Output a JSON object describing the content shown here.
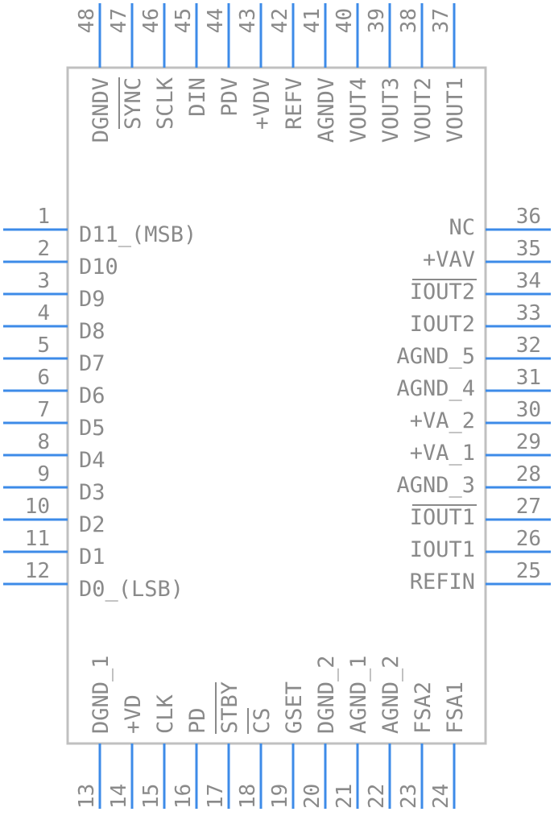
{
  "colors": {
    "pin": "#3d8be8",
    "body": "#c0c0c0",
    "text": "#8a8a8a"
  },
  "pins_left": [
    {
      "num": "1",
      "label": "D11_(MSB)"
    },
    {
      "num": "2",
      "label": "D10"
    },
    {
      "num": "3",
      "label": "D9"
    },
    {
      "num": "4",
      "label": "D8"
    },
    {
      "num": "5",
      "label": "D7"
    },
    {
      "num": "6",
      "label": "D6"
    },
    {
      "num": "7",
      "label": "D5"
    },
    {
      "num": "8",
      "label": "D4"
    },
    {
      "num": "9",
      "label": "D3"
    },
    {
      "num": "10",
      "label": "D2"
    },
    {
      "num": "11",
      "label": "D1"
    },
    {
      "num": "12",
      "label": "D0_(LSB)"
    }
  ],
  "pins_bottom": [
    {
      "num": "13",
      "label": "DGND_1",
      "overbar": false
    },
    {
      "num": "14",
      "label": "+VD",
      "overbar": false
    },
    {
      "num": "15",
      "label": "CLK",
      "overbar": false
    },
    {
      "num": "16",
      "label": "PD",
      "overbar": false
    },
    {
      "num": "17",
      "label": "STBY",
      "overbar": true
    },
    {
      "num": "18",
      "label": "CS",
      "overbar": true
    },
    {
      "num": "19",
      "label": "GSET",
      "overbar": false
    },
    {
      "num": "20",
      "label": "DGND_2",
      "overbar": false
    },
    {
      "num": "21",
      "label": "AGND_1",
      "overbar": false
    },
    {
      "num": "22",
      "label": "AGND_2",
      "overbar": false
    },
    {
      "num": "23",
      "label": "FSA2",
      "overbar": false
    },
    {
      "num": "24",
      "label": "FSA1",
      "overbar": false
    }
  ],
  "pins_right": [
    {
      "num": "25",
      "label": "REFIN",
      "overbar": false
    },
    {
      "num": "26",
      "label": "IOUT1",
      "overbar": false
    },
    {
      "num": "27",
      "label": "IOUT1",
      "overbar": true
    },
    {
      "num": "28",
      "label": "AGND_3",
      "overbar": false
    },
    {
      "num": "29",
      "label": "+VA_1",
      "overbar": false
    },
    {
      "num": "30",
      "label": "+VA_2",
      "overbar": false
    },
    {
      "num": "31",
      "label": "AGND_4",
      "overbar": false
    },
    {
      "num": "32",
      "label": "AGND_5",
      "overbar": false
    },
    {
      "num": "33",
      "label": "IOUT2",
      "overbar": false
    },
    {
      "num": "34",
      "label": "IOUT2",
      "overbar": true
    },
    {
      "num": "35",
      "label": "+VAV",
      "overbar": false
    },
    {
      "num": "36",
      "label": "NC",
      "overbar": false
    }
  ],
  "pins_top": [
    {
      "num": "37",
      "label": "VOUT1",
      "overbar": false
    },
    {
      "num": "38",
      "label": "VOUT2",
      "overbar": false
    },
    {
      "num": "39",
      "label": "VOUT3",
      "overbar": false
    },
    {
      "num": "40",
      "label": "VOUT4",
      "overbar": false
    },
    {
      "num": "41",
      "label": "AGNDV",
      "overbar": false
    },
    {
      "num": "42",
      "label": "REFV",
      "overbar": false
    },
    {
      "num": "43",
      "label": "+VDV",
      "overbar": false
    },
    {
      "num": "44",
      "label": "PDV",
      "overbar": false
    },
    {
      "num": "45",
      "label": "DIN",
      "overbar": false
    },
    {
      "num": "46",
      "label": "SCLK",
      "overbar": false
    },
    {
      "num": "47",
      "label": "SYNC",
      "overbar": true
    },
    {
      "num": "48",
      "label": "DGNDV",
      "overbar": false
    }
  ]
}
